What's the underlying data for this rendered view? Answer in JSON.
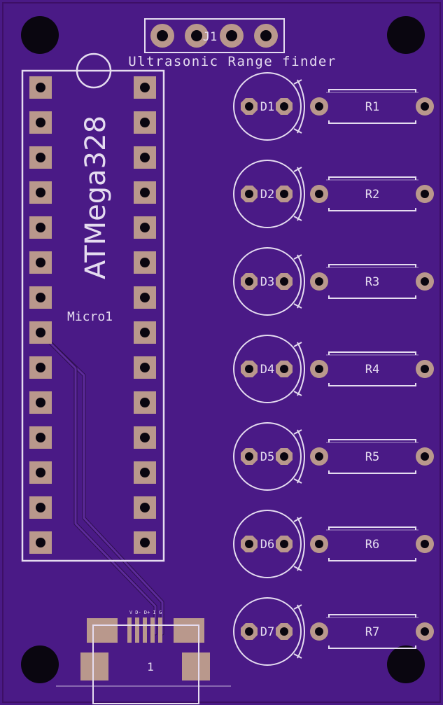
{
  "colors": {
    "board": "#4a1a86",
    "board_edge": "#3d0f66",
    "trace": "#5c2a9a",
    "trace_edge": "#2d0f4d",
    "silk": "#e5dcf0",
    "pad": "#b9988c",
    "hole": "#0a0610"
  },
  "header": {
    "ref": "J1",
    "title": "Ultrasonic Range finder"
  },
  "micro": {
    "part": "ATMega328",
    "ref": "Micro1"
  },
  "leds": [
    "D1",
    "D2",
    "D3",
    "D4",
    "D5",
    "D6",
    "D7"
  ],
  "resistors": [
    "R1",
    "R2",
    "R3",
    "R4",
    "R5",
    "R6",
    "R7"
  ],
  "usb": {
    "pin_marks": "V D- D+ I G",
    "number": "1"
  }
}
